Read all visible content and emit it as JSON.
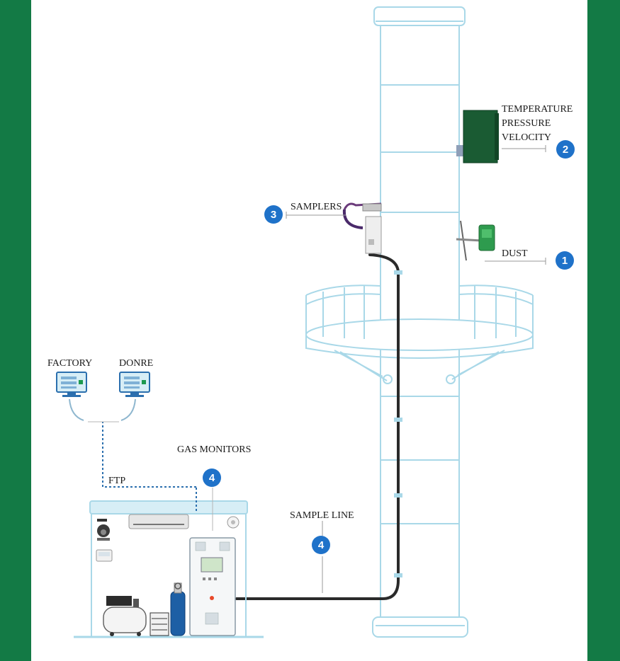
{
  "colors": {
    "side_band": "#137a45",
    "outline": "#a9d8e8",
    "badge": "#1f72c9",
    "cable": "#2a2a2a",
    "network_line": "#2b6fae",
    "analyzer_green": "#1a5b33"
  },
  "labels": {
    "temperature": "TEMPERATURE",
    "pressure": "PRESSURE",
    "velocity": "VELOCITY",
    "samplers": "SAMPLERS",
    "dust": "DUST",
    "factory": "FACTORY",
    "donre": "DONRE",
    "gas_monitors": "GAS MONITORS",
    "ftp": "FTP",
    "sample_line": "SAMPLE LINE"
  },
  "badges": {
    "dust": "1",
    "tpv": "2",
    "samplers": "3",
    "gas_monitors": "4",
    "sample_line": "4"
  },
  "icons": {
    "factory_monitor": "computer-monitor-icon",
    "donre_monitor": "computer-monitor-icon",
    "camera": "cctv-camera-icon",
    "compressor": "air-compressor-icon",
    "gas_cylinder": "gas-cylinder-icon",
    "air_conditioner": "air-conditioner-icon"
  }
}
